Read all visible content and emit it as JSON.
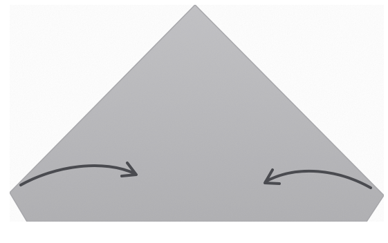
{
  "figure": {
    "subject": "origami-fold-step",
    "paper_shape": "pentagon-house",
    "colors": {
      "background": "#ffffff",
      "paper": "#b9b9bb",
      "paper_edge": "#a9a9ad",
      "paper_highlight": "#c6c6c8",
      "arrow": "#4a4b50"
    },
    "arrows": [
      {
        "name": "left-fold-arrow",
        "direction": "right"
      },
      {
        "name": "right-fold-arrow",
        "direction": "left"
      }
    ]
  }
}
